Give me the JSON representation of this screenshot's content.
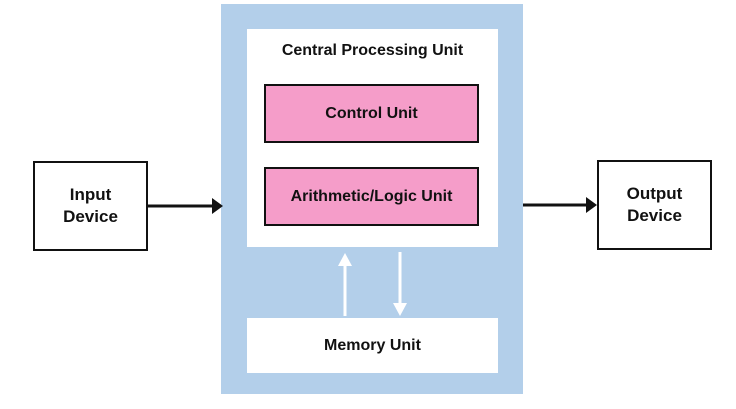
{
  "diagram": {
    "input_device": "Input\nDevice",
    "output_device": "Output\nDevice",
    "cpu_title": "Central Processing Unit",
    "control_unit": "Control Unit",
    "alu": "Arithmetic/Logic Unit",
    "memory_unit": "Memory Unit"
  },
  "colors": {
    "cpu_background": "#b3cfea",
    "unit_fill": "#f59dc9",
    "border": "#111111",
    "memory_arrows": "#ffffff"
  }
}
